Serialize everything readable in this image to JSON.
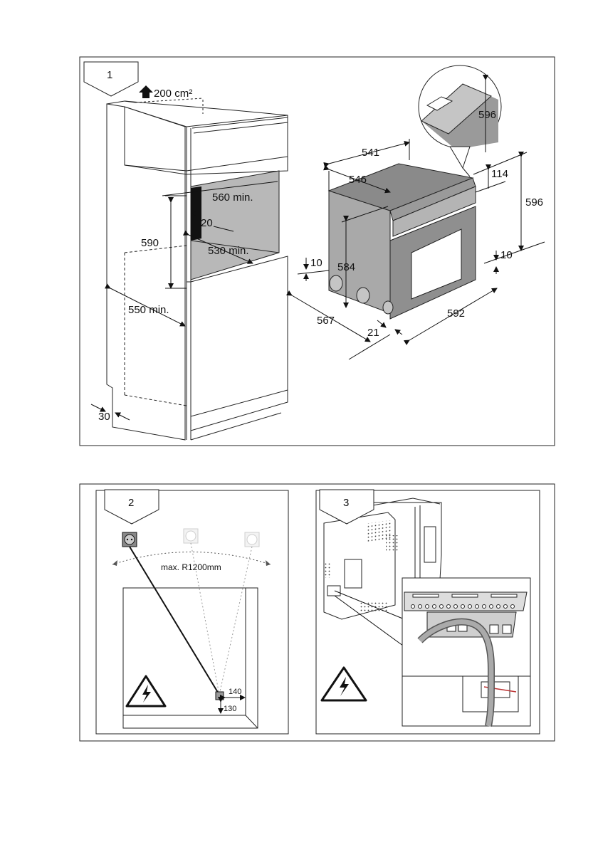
{
  "panel1": {
    "step": "1",
    "vent_label": "200 cm²",
    "cabinet": {
      "niche_width": "560 min.",
      "gap": "20",
      "niche_height": "590",
      "niche_depth": "530 min.",
      "cabinet_depth": "550 min.",
      "plinth": "30"
    },
    "oven": {
      "back_width": "541",
      "body_width": "546",
      "zoom_height": "596",
      "top_strip": "114",
      "total_height": "596",
      "foot_left": "10",
      "body_height": "584",
      "foot_right": "10",
      "depth": "567",
      "door_depth": "21",
      "front_width": "592"
    }
  },
  "panel2": {
    "step": "2",
    "radius_label": "max. R1200mm",
    "offset_x": "140",
    "offset_y": "130"
  },
  "panel3": {
    "step": "3"
  }
}
